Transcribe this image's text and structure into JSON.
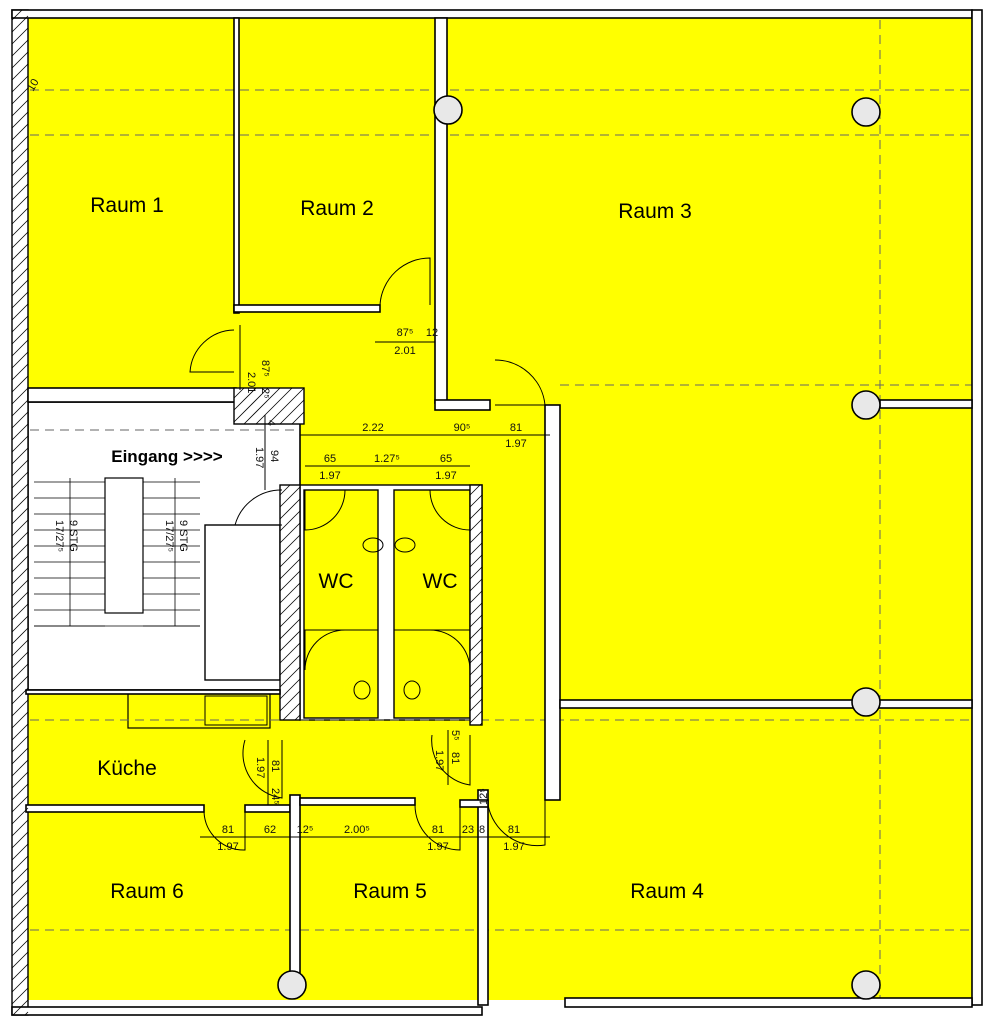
{
  "title": "Grundriss",
  "colors": {
    "room_fill": "#ffff00",
    "wall": "#000000",
    "stair_fill": "#ffffff"
  },
  "rooms": {
    "raum1": "Raum 1",
    "raum2": "Raum 2",
    "raum3": "Raum 3",
    "raum4": "Raum 4",
    "raum5": "Raum 5",
    "raum6": "Raum 6",
    "kueche": "Küche",
    "wc1": "WC",
    "wc2": "WC",
    "eingang": "Eingang >>>>"
  },
  "stairs": [
    {
      "steps": "9 STG",
      "ratio": "17/27⁵"
    },
    {
      "steps": "9 STG",
      "ratio": "17/27⁵"
    }
  ],
  "corner_mark": "10",
  "dimensions": {
    "d_raum1_door_w": "87⁵",
    "d_raum1_door_h": "2.01",
    "d_raum1_gap": "2⁵",
    "d_raum2_door_w": "87⁵",
    "d_raum2_door_h": "2.01",
    "d_raum2_gap": "12",
    "d_corr_222": "2.22",
    "d_corr_905": "90⁵",
    "d_r3_door_w": "81",
    "d_r3_door_h": "1.97",
    "d_wc1_w": "65",
    "d_wc1_h": "1.97",
    "d_wc_mid": "1.27⁵",
    "d_wc2_w": "65",
    "d_wc2_h": "1.97",
    "d_entry_w": "94",
    "d_entry_h": "1.97",
    "d_entry_gap": "4",
    "d_k_door_w": "81",
    "d_k_door_h": "1.97",
    "d_k_gap": "24⁵",
    "d_c_door_w": "81",
    "d_c_door_h": "1.97",
    "d_c_gap": "5⁵",
    "d_r6_w": "81",
    "d_r6_h": "1.97",
    "d_62": "62",
    "d_125": "12⁵",
    "d_2005": "2.00⁵",
    "d_r5_w": "81",
    "d_r5_h": "1.97",
    "d_23": "23",
    "d_8": "8",
    "d_r4_w": "81",
    "d_r4_h": "1.97",
    "d_r4_gap": "12⁵"
  }
}
